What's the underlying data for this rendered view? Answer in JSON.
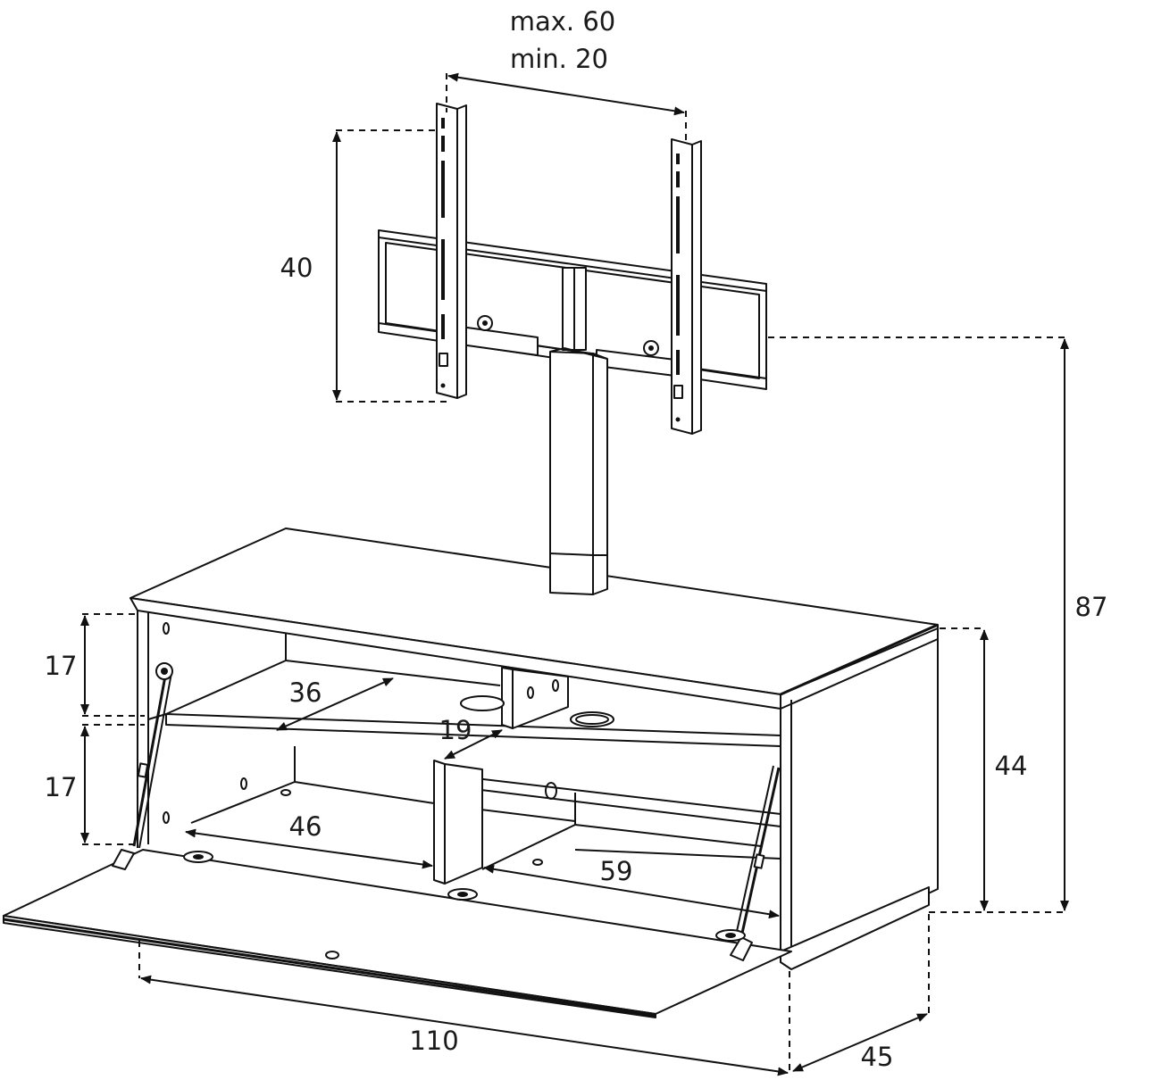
{
  "diagram": {
    "bracket_width": {
      "max": "max. 60",
      "min": "min. 20"
    },
    "bracket_height": "40",
    "total_height": "87",
    "cabinet_height": "44",
    "upper_compartment_height": "17",
    "lower_compartment_height": "17",
    "shelf_depth": "36",
    "divider_depth": "19",
    "left_compartment_width": "46",
    "right_compartment_width": "59",
    "cabinet_width": "110",
    "cabinet_depth": "45"
  }
}
